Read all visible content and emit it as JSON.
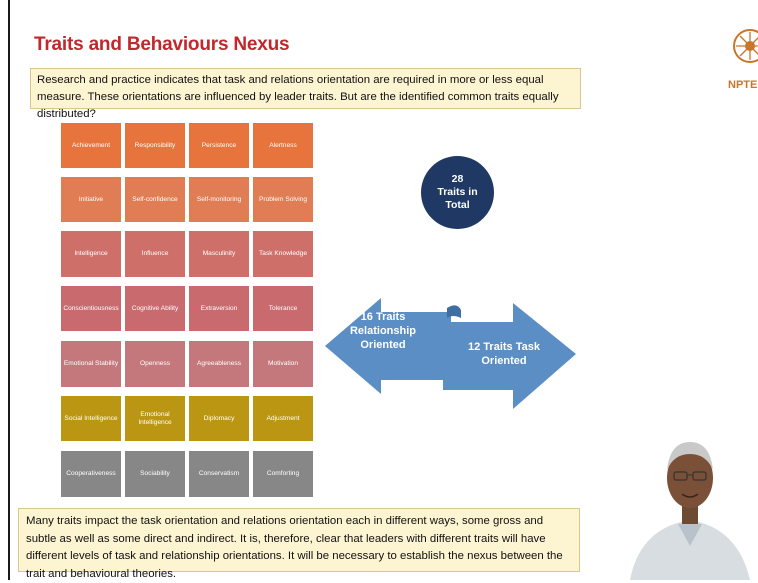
{
  "title": "Traits and Behaviours Nexus",
  "intro_text": "Research and practice indicates that task and relations orientation are required in more or less equal measure. These orientations are influenced by leader traits. But are the identified common traits equally distributed?",
  "logo_text": "NPTE",
  "traits": [
    [
      "Achievement",
      "Responsibility",
      "Persistence",
      "Alertness"
    ],
    [
      "Initiative",
      "Self-confidence",
      "Self-monitoring",
      "Problem Solving"
    ],
    [
      "Intelligence",
      "Influence",
      "Masculinity",
      "Task Knowledge"
    ],
    [
      "Conscientiousness",
      "Cognitive Ability",
      "Extraversion",
      "Tolerance"
    ],
    [
      "Emotional Stability",
      "Openness",
      "Agreeableness",
      "Motivation"
    ],
    [
      "Social Intelligence",
      "Emotional Intelligence",
      "Diplomacy",
      "Adjustment"
    ],
    [
      "Cooperativeness",
      "Sociability",
      "Conservatism",
      "Comforting"
    ]
  ],
  "row_colors": [
    "#e7743d",
    "#e07d55",
    "#cf6f6a",
    "#c86a6e",
    "#c4787c",
    "#bb9613",
    "#878787"
  ],
  "circle": {
    "number": "28",
    "line1": "Traits in",
    "line2": "Total"
  },
  "arrow_left": {
    "line1": "16 Traits",
    "line2": "Relationship",
    "line3": "Oriented"
  },
  "arrow_right": {
    "line1": "12 Traits Task",
    "line2": "Oriented"
  },
  "colors": {
    "title": "#c0282d",
    "circle": "#1f3864",
    "arrow": "#5b8ec4",
    "box_bg": "#fdf4d2"
  },
  "bottom_text": "Many traits impact the task orientation and relations orientation each in different ways, some gross and subtle as well as some direct and indirect. It is, therefore, clear that leaders with different traits will have different levels of task and relationship orientations. It will be necessary to establish the nexus between the trait and behavioural theories."
}
